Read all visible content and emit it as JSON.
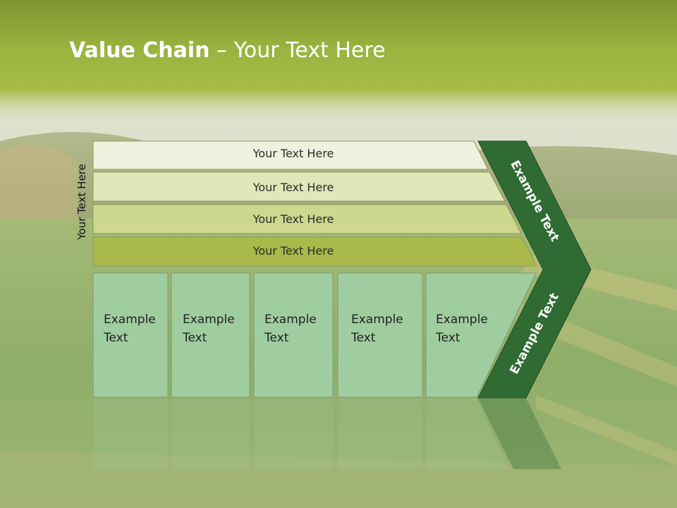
{
  "title": {
    "bold": "Value Chain",
    "rest": " – Your Text Here"
  },
  "side_label": "Your Text Here",
  "rows": [
    "Your Text Here",
    "Your Text Here",
    "Your Text Here",
    "Your Text Here"
  ],
  "cells": [
    [
      "Example",
      "Text"
    ],
    [
      "Example",
      "Text"
    ],
    [
      "Example",
      "Text"
    ],
    [
      "Example",
      "Text"
    ],
    [
      "Example",
      "Text"
    ]
  ],
  "chevron": {
    "upper": "Example Text",
    "lower": "Example Text"
  },
  "colors": {
    "row1": "#eef1dd",
    "row2": "#e0e7b8",
    "row3": "#cdd78e",
    "row4": "#a9b94a",
    "cell": "#9fcd9f",
    "chevron": "#2f6b33",
    "header_top": "#7d942f",
    "header_bottom": "#a9b94a"
  }
}
